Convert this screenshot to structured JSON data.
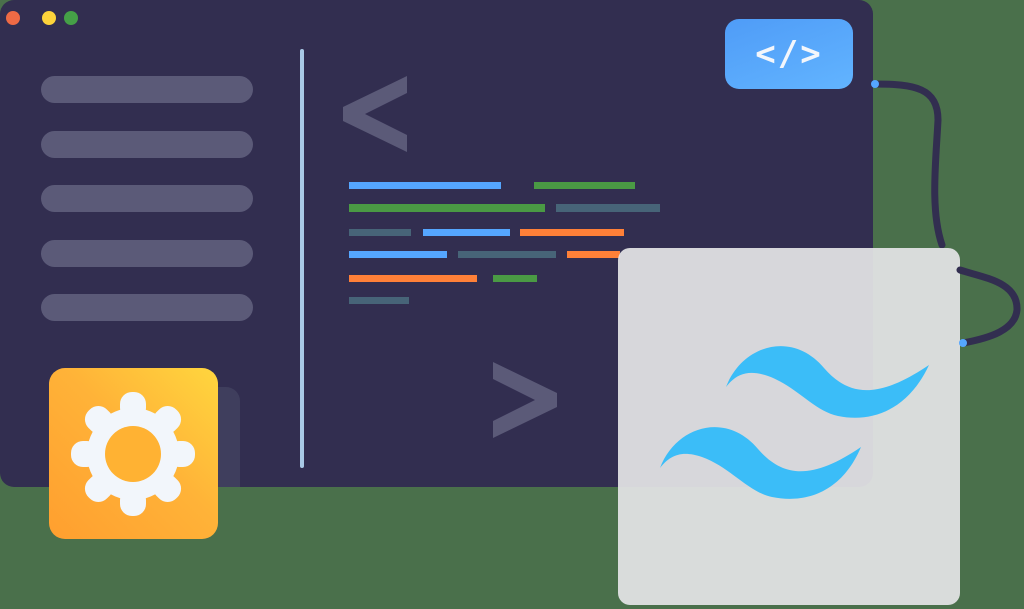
{
  "illustration": {
    "title": "Code editor window with Tailwind CSS logo",
    "window": {
      "traffic_lights": [
        {
          "name": "close",
          "color": "#ee6a45"
        },
        {
          "name": "minimize",
          "color": "#fdd33b"
        },
        {
          "name": "maximize",
          "color": "#45a047"
        }
      ],
      "sidebar_items": 5,
      "code_badge": {
        "label": "</>",
        "color": "#58a8fb"
      },
      "open_bracket": "<",
      "close_bracket": ">"
    },
    "code_line_colors": {
      "blue": "#55a6ff",
      "green": "#4a9a44",
      "slate": "#476478",
      "orange": "#ff8038"
    },
    "settings_tile": {
      "icon": "gear-icon",
      "color": "#ffb338"
    },
    "tailwind_card": {
      "icon": "tailwind-logo-icon",
      "logo_color": "#3bbdf8"
    },
    "background_color": "#4a704b"
  }
}
